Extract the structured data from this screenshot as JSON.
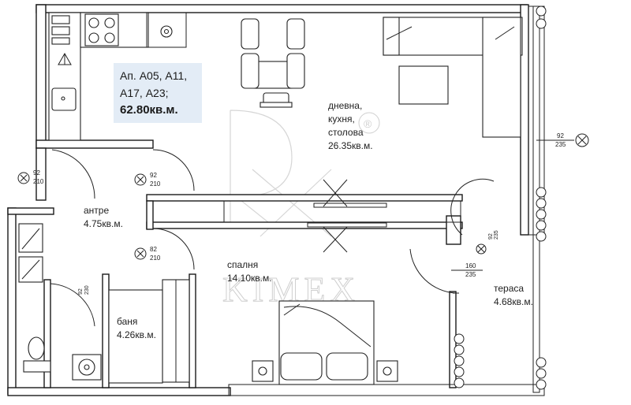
{
  "apartment": {
    "units_line1": "Ап. А05, А11,",
    "units_line2": "А17, А23;",
    "total_area": "62.80кв.м."
  },
  "rooms": {
    "living": {
      "line1": "дневна,",
      "line2": "кухня,",
      "line3": "столова",
      "area": "26.35кв.м."
    },
    "hall": {
      "name": "антре",
      "area": "4.75кв.м."
    },
    "bedroom": {
      "name": "спалня",
      "area": "14.10кв.м."
    },
    "bathroom": {
      "name": "баня",
      "area": "4.26кв.м."
    },
    "terrace": {
      "name": "тераса",
      "area": "4.68кв.м."
    }
  },
  "doors": {
    "entrance": {
      "width": "92",
      "height": "210"
    },
    "hall_inner": {
      "width": "92",
      "height": "210"
    },
    "bedroom": {
      "width": "82",
      "height": "210"
    },
    "bathroom": {
      "width": "92",
      "height": "230"
    },
    "living_window": {
      "width": "92",
      "height": "235"
    },
    "terrace_small": {
      "width": "92",
      "height": "235"
    },
    "terrace_main": {
      "width": "160",
      "height": "235"
    }
  },
  "watermark": {
    "text": "KIMEX",
    "registered": "®"
  }
}
